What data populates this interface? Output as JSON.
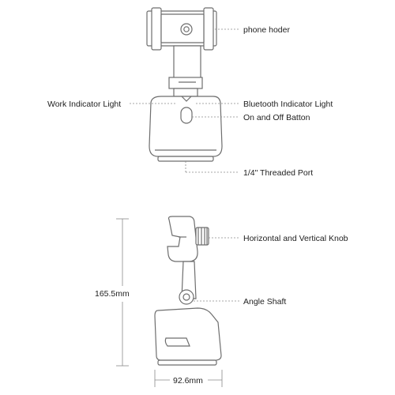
{
  "labels": {
    "phone_holder": "phone hoder",
    "work_light": "Work Indicator Light",
    "bt_light": "Bluetooth Indicator Light",
    "on_off": "On and Off Batton",
    "threaded_port": "1/4\" Threaded Port",
    "knob": "Horizontal and Vertical Knob",
    "angle_shaft": "Angle Shaft",
    "height": "165.5mm",
    "width": "92.6mm"
  },
  "colors": {
    "outline": "#6e6e6e",
    "leader": "#8a8a8a",
    "text": "#222222",
    "fill": "#ffffff"
  }
}
